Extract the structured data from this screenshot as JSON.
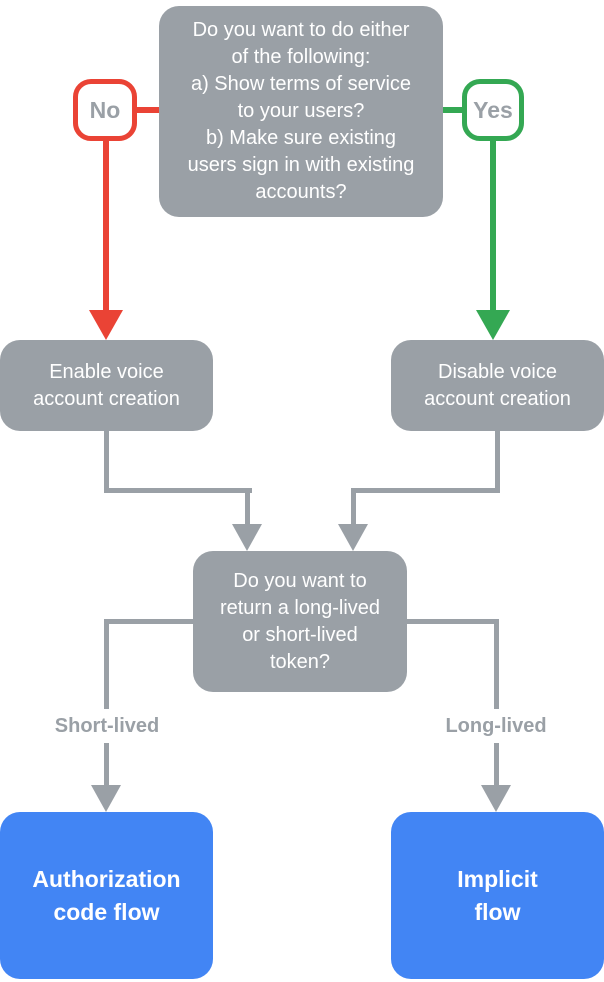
{
  "colors": {
    "gray": "#9AA0A6",
    "red": "#EA4335",
    "green": "#34A853",
    "blue": "#4285F4",
    "node-text": "#FFFFFF",
    "label-text": "#9AA0A6"
  },
  "nodes": {
    "question1": {
      "text": "Do you want to do either\nof the following:\na) Show terms of service\nto your users?\nb) Make sure existing\nusers sign in with existing\naccounts?"
    },
    "no_badge": {
      "label": "No"
    },
    "yes_badge": {
      "label": "Yes"
    },
    "enable": {
      "text": "Enable voice\naccount creation"
    },
    "disable": {
      "text": "Disable voice\naccount creation"
    },
    "question2": {
      "text": "Do you want to\nreturn a long-lived\nor short-lived\ntoken?"
    },
    "short_label": {
      "text": "Short-lived"
    },
    "long_label": {
      "text": "Long-lived"
    },
    "auth_flow": {
      "text": "Authorization\ncode flow"
    },
    "implicit_flow": {
      "text": "Implicit\nflow"
    }
  }
}
